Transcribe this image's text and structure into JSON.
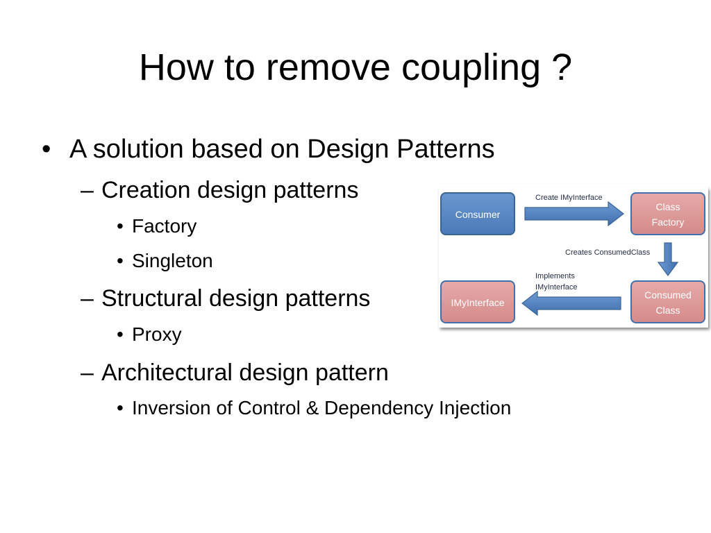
{
  "slide": {
    "title": "How to remove coupling ?"
  },
  "bullets": {
    "main": "A solution based on Design Patterns",
    "creation": "Creation design patterns",
    "factory": "Factory",
    "singleton": "Singleton",
    "structural": "Structural design patterns",
    "proxy": "Proxy",
    "architectural": "Architectural design pattern",
    "ioc": "Inversion of Control & Dependency Injection"
  },
  "diagram": {
    "consumer": "Consumer",
    "class_factory_line1": "Class",
    "class_factory_line2": "Factory",
    "consumed_class_line1": "Consumed",
    "consumed_class_line2": "Class",
    "imyinterface": "IMyInterface",
    "arrow_create": "Create IMyInterface",
    "arrow_creates": "Creates ConsumedClass",
    "arrow_implements_line1": "Implements",
    "arrow_implements_line2": "IMyInterface",
    "colors": {
      "blue_box": "#4f81bd",
      "pink_box": "#d99594",
      "arrow": "#4f81bd"
    }
  }
}
